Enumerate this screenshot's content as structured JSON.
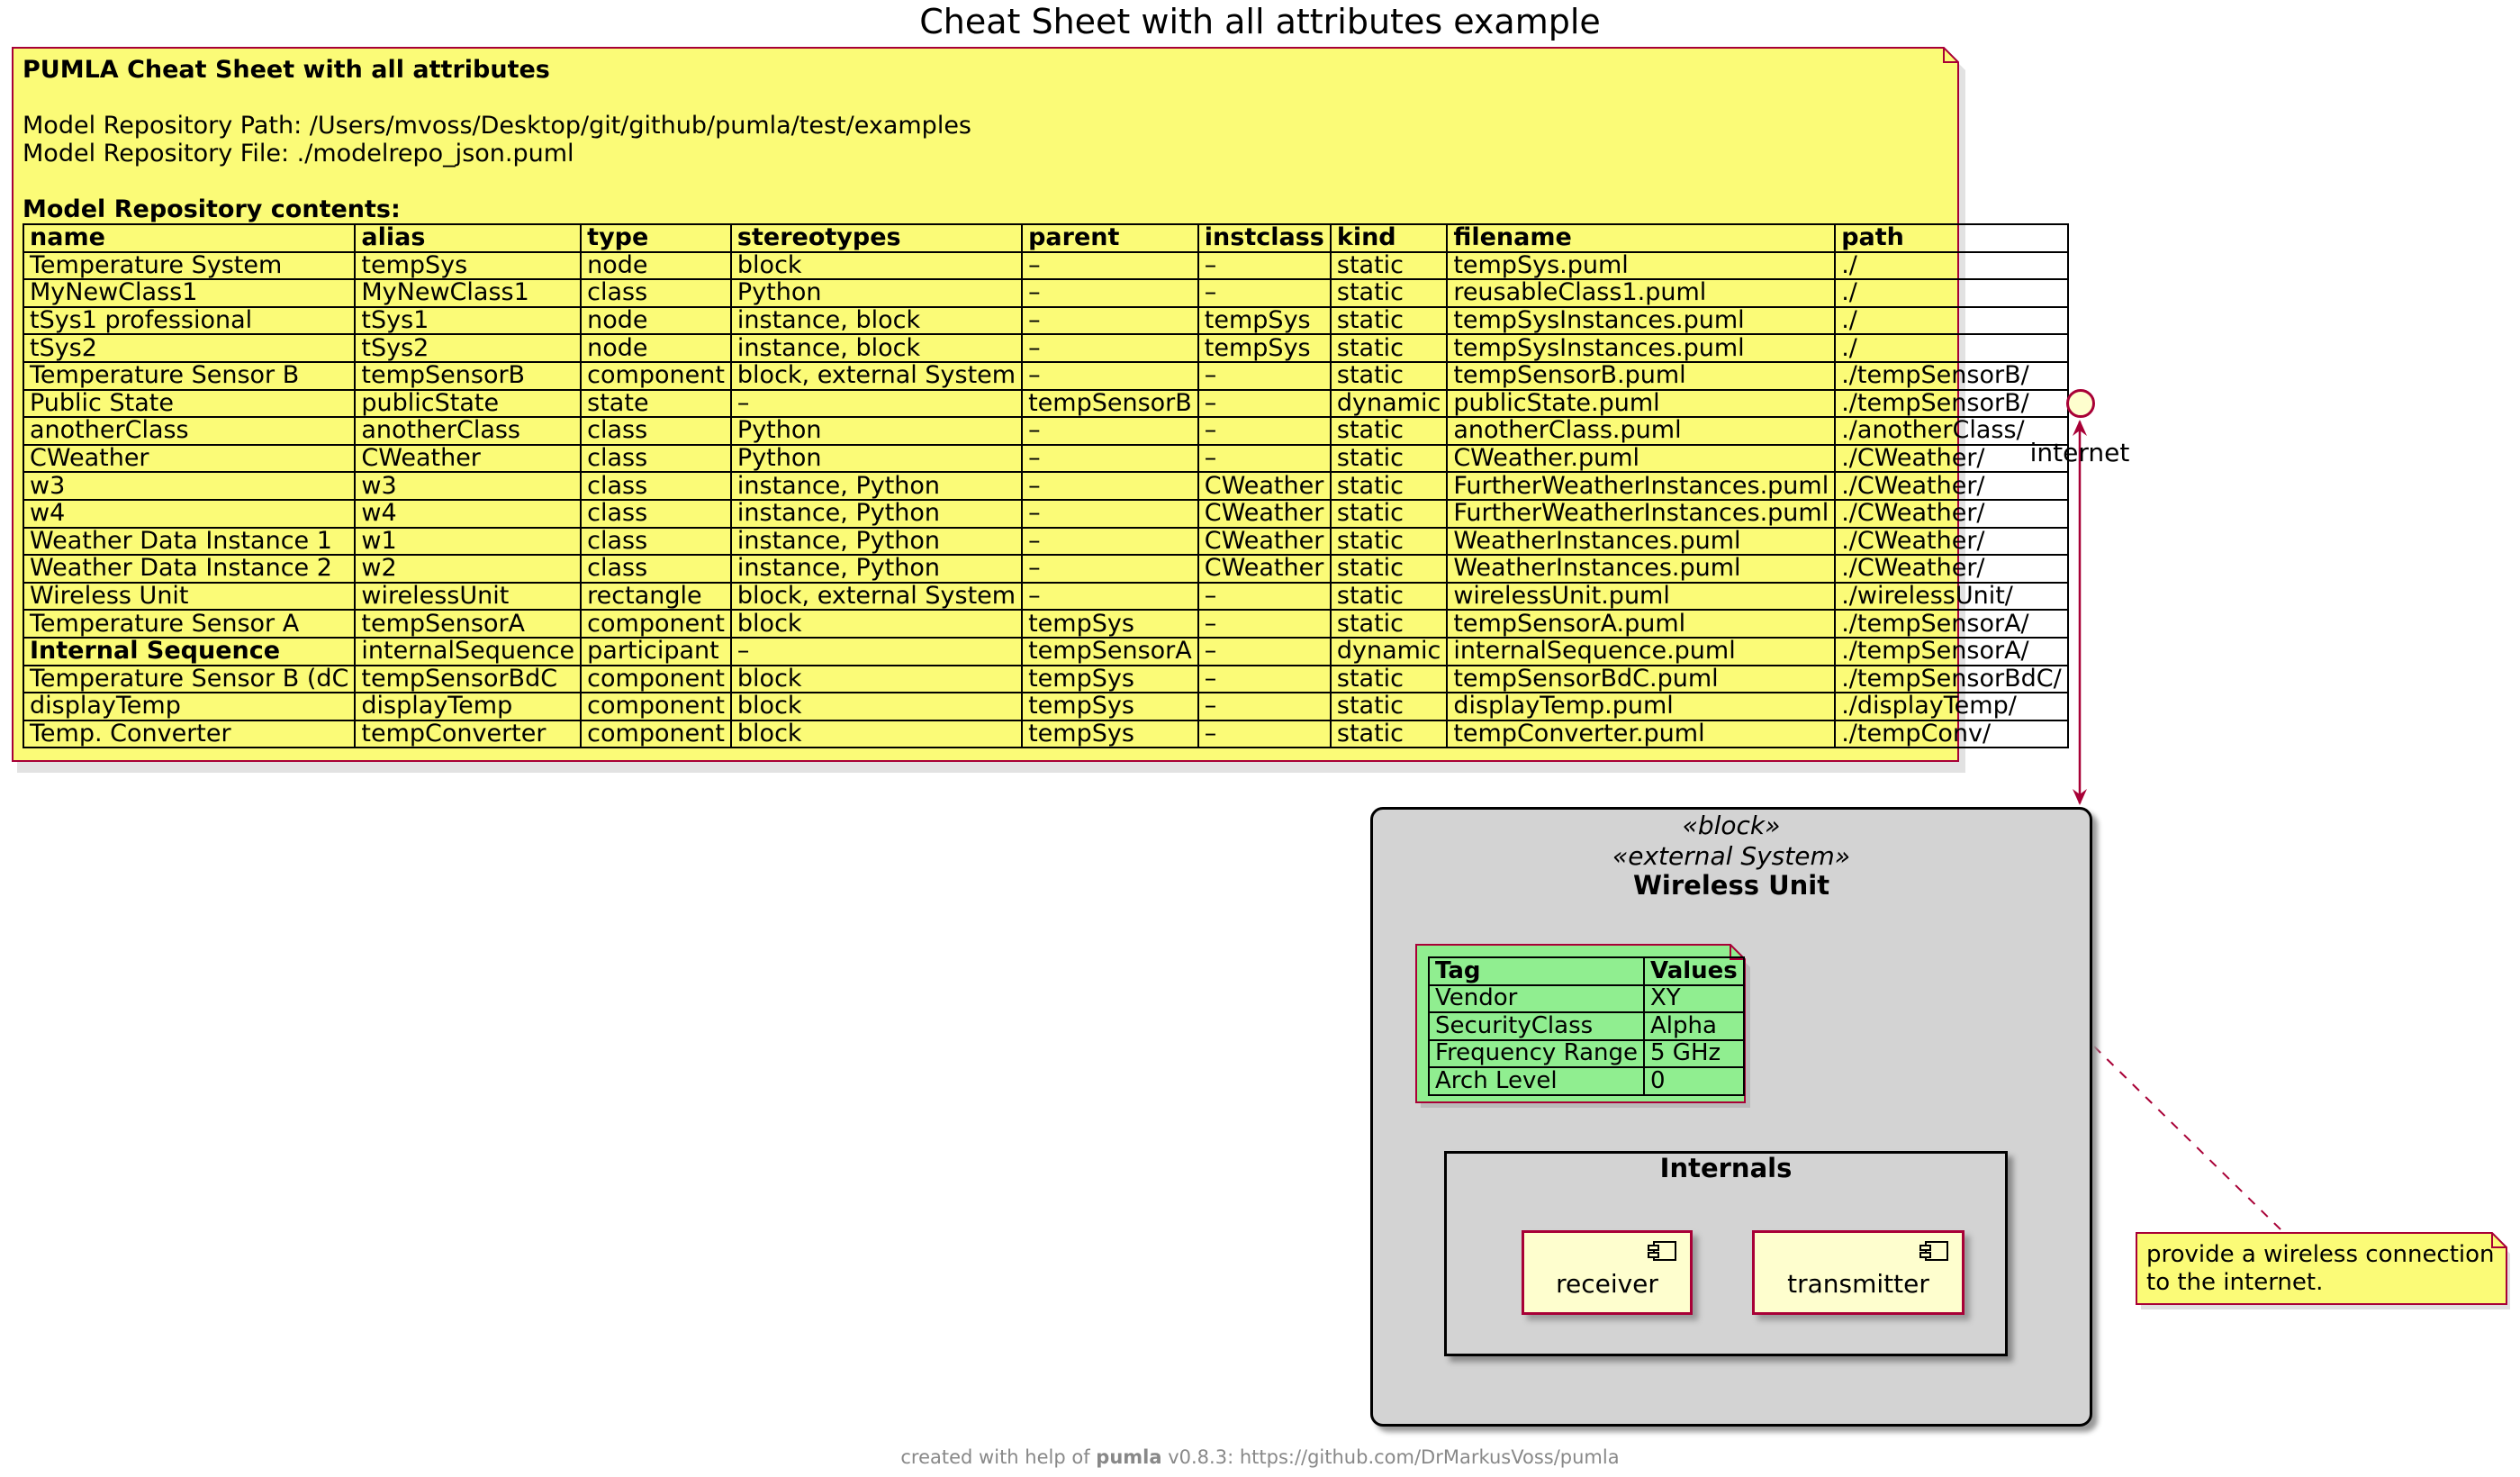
{
  "title": "Cheat Sheet with all attributes example",
  "repo_note": {
    "heading": "PUMLA Cheat Sheet with all attributes",
    "path_line": "Model Repository Path: /Users/mvoss/Desktop/git/github/pumla/test/examples",
    "file_line": "Model Repository File: ./modelrepo_json.puml",
    "contents_heading": "Model Repository contents:",
    "columns": [
      "name",
      "alias",
      "type",
      "stereotypes",
      "parent",
      "instclass",
      "kind",
      "filename",
      "path"
    ],
    "rows": [
      [
        "Temperature System",
        "tempSys",
        "node",
        "block",
        "–",
        "–",
        "static",
        "tempSys.puml",
        "./"
      ],
      [
        "MyNewClass1",
        "MyNewClass1",
        "class",
        "Python",
        "–",
        "–",
        "static",
        "reusableClass1.puml",
        "./"
      ],
      [
        "tSys1 professional",
        "tSys1",
        "node",
        "instance, block",
        "–",
        "tempSys",
        "static",
        "tempSysInstances.puml",
        "./"
      ],
      [
        "tSys2",
        "tSys2",
        "node",
        "instance, block",
        "–",
        "tempSys",
        "static",
        "tempSysInstances.puml",
        "./"
      ],
      [
        "Temperature Sensor B",
        "tempSensorB",
        "component",
        "block, external System",
        "–",
        "–",
        "static",
        "tempSensorB.puml",
        "./tempSensorB/"
      ],
      [
        "Public State",
        "publicState",
        "state",
        "–",
        "tempSensorB",
        "–",
        "dynamic",
        "publicState.puml",
        "./tempSensorB/"
      ],
      [
        "anotherClass",
        "anotherClass",
        "class",
        "Python",
        "–",
        "–",
        "static",
        "anotherClass.puml",
        "./anotherClass/"
      ],
      [
        "CWeather",
        "CWeather",
        "class",
        "Python",
        "–",
        "–",
        "static",
        "CWeather.puml",
        "./CWeather/"
      ],
      [
        "w3",
        "w3",
        "class",
        "instance, Python",
        "–",
        "CWeather",
        "static",
        "FurtherWeatherInstances.puml",
        "./CWeather/"
      ],
      [
        "w4",
        "w4",
        "class",
        "instance, Python",
        "–",
        "CWeather",
        "static",
        "FurtherWeatherInstances.puml",
        "./CWeather/"
      ],
      [
        "Weather Data Instance 1",
        "w1",
        "class",
        "instance, Python",
        "–",
        "CWeather",
        "static",
        "WeatherInstances.puml",
        "./CWeather/"
      ],
      [
        "Weather Data Instance 2",
        "w2",
        "class",
        "instance, Python",
        "–",
        "CWeather",
        "static",
        "WeatherInstances.puml",
        "./CWeather/"
      ],
      [
        "Wireless Unit",
        "wirelessUnit",
        "rectangle",
        "block, external System",
        "–",
        "–",
        "static",
        "wirelessUnit.puml",
        "./wirelessUnit/"
      ],
      [
        "Temperature Sensor A",
        "tempSensorA",
        "component",
        "block",
        "tempSys",
        "–",
        "static",
        "tempSensorA.puml",
        "./tempSensorA/"
      ],
      [
        "Internal Sequence",
        "internalSequence",
        "participant",
        "–",
        "tempSensorA",
        "–",
        "dynamic",
        "internalSequence.puml",
        "./tempSensorA/"
      ],
      [
        "Temperature Sensor B (dC",
        "tempSensorBdC",
        "component",
        "block",
        "tempSys",
        "–",
        "static",
        "tempSensorBdC.puml",
        "./tempSensorBdC/"
      ],
      [
        "displayTemp",
        "displayTemp",
        "component",
        "block",
        "tempSys",
        "–",
        "static",
        "displayTemp.puml",
        "./displayTemp/"
      ],
      [
        "Temp. Converter",
        "tempConverter",
        "component",
        "block",
        "tempSys",
        "–",
        "static",
        "tempConverter.puml",
        "./tempConv/"
      ]
    ]
  },
  "internet": {
    "label": "internet"
  },
  "wireless_unit": {
    "stereotype1": "«block»",
    "stereotype2": "«external System»",
    "name": "Wireless Unit",
    "tag_table": {
      "columns": [
        "Tag",
        "Values"
      ],
      "rows": [
        [
          "Vendor",
          "XY"
        ],
        [
          "SecurityClass",
          "Alpha"
        ],
        [
          "Frequency Range",
          "5 GHz"
        ],
        [
          "Arch Level",
          "0"
        ]
      ]
    },
    "internals": {
      "label": "Internals",
      "receiver": "receiver",
      "transmitter": "transmitter"
    }
  },
  "wireless_note": {
    "line1": "provide a wireless connection",
    "line2": "to the internet."
  },
  "footer": {
    "prefix": "created with help of",
    "tool": "pumla",
    "suffix": "v0.8.3: https://github.com/DrMarkusVoss/pumla"
  },
  "colors": {
    "note_yellow": "#fbfb77",
    "note_green": "#90ee90",
    "note_border": "#a80036",
    "component_fill": "#fefece",
    "block_fill": "#d3d3d3"
  }
}
